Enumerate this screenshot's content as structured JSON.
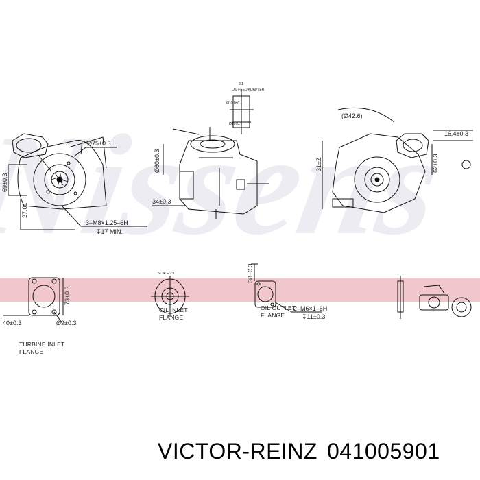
{
  "watermark": {
    "brand": "Nissens",
    "band_color": "#f2c7cc"
  },
  "main_view": {
    "dims": {
      "d75": "Ø75±0.3",
      "d69": "69±0.3",
      "d27": "27.01",
      "thread": "3–M8×1.25–6H",
      "depth": "↧17 MIN."
    }
  },
  "side_view": {
    "labels": {
      "d60": "Ø60±0.3",
      "d34": "34±0.3",
      "scale": "2:1",
      "adapter": "OIL FEED ADAPTER",
      "d10a": "Ø10.0±0.1",
      "d10b": "Ø10±0.1"
    }
  },
  "right_view": {
    "dims": {
      "d42": "(Ø42.6)",
      "d16": "16.4±0.3",
      "d31": "31±Z",
      "d62": "62±0.3"
    }
  },
  "flanges": [
    {
      "caption": "TURBINE INLET FLANGE",
      "dims": [
        "40±0.3",
        "Ø9±0.3",
        "73±0.3"
      ]
    },
    {
      "caption": "OIL INLET FLANGE",
      "scale": "SCALE 2:1"
    },
    {
      "caption": "OIL OUTLET FLANGE",
      "dims": [
        "38±0.3",
        "2–M6×1–6H",
        "↧11±0.3"
      ]
    }
  ],
  "footer": {
    "brand": "VICTOR-REINZ",
    "part_number": "041005901"
  }
}
